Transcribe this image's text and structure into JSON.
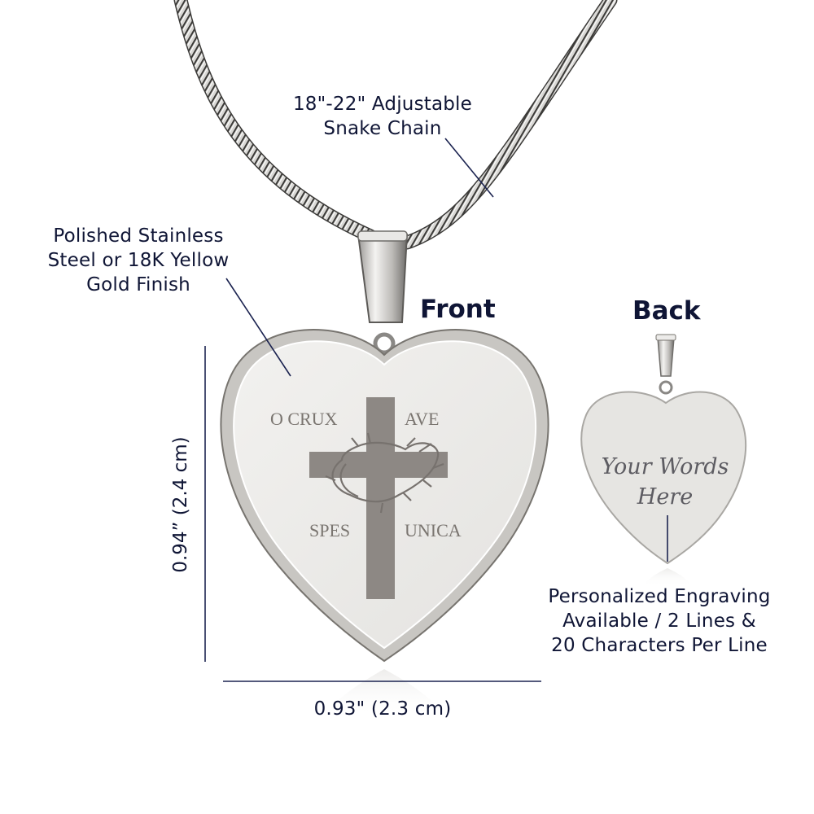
{
  "product": {
    "chain_label": [
      "18\"-22\" Adjustable",
      "Snake Chain"
    ],
    "finish_label": [
      "Polished Stainless",
      "Steel or 18K Yellow",
      "Gold Finish"
    ],
    "front_heading": "Front",
    "back_heading": "Back",
    "height_dimension": "0.94” (2.4 cm)",
    "width_dimension": "0.93\" (2.3 cm)",
    "engraving_label": [
      "Personalized Engraving",
      "Available / 2 Lines &",
      "20 Characters Per Line"
    ]
  },
  "front_pendant": {
    "engraving": {
      "top_left": "O CRUX",
      "top_right": "AVE",
      "bottom_left": "SPES",
      "bottom_right": "UNICA"
    }
  },
  "back_pendant": {
    "engraving": [
      "Your Words",
      "Here"
    ]
  },
  "colors": {
    "text": "#0f1535",
    "line": "#1b2350",
    "metal_light": "#ecebe8",
    "metal_mid": "#c9c7c3",
    "metal_dark": "#5d5b58",
    "engrave": "#77726e"
  }
}
